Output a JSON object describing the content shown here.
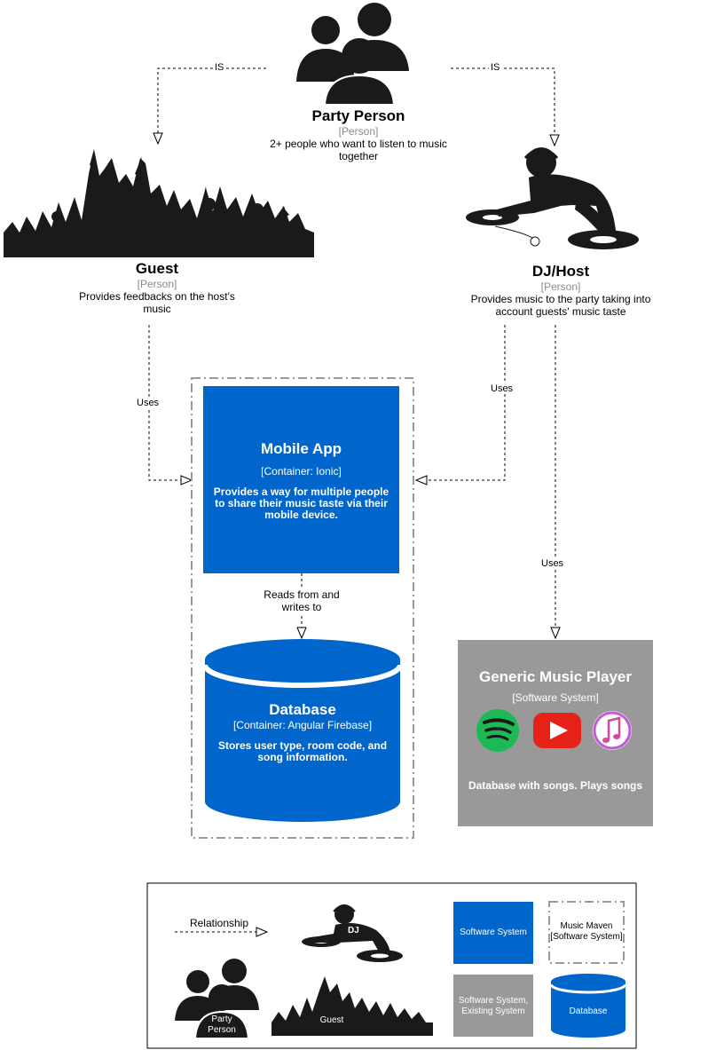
{
  "party_person": {
    "title": "Party Person",
    "type": "[Person]",
    "description": "2+ people who want to listen to music together"
  },
  "guest": {
    "title": "Guest",
    "type": "[Person]",
    "description": "Provides feedbacks on the host's music"
  },
  "dj_host": {
    "title": "DJ/Host",
    "type": "[Person]",
    "description": "Provides music to the party taking into account guests' music taste"
  },
  "edges": {
    "is_left": "IS",
    "is_right": "IS",
    "guest_uses": "Uses",
    "dj_uses_app": "Uses",
    "dj_uses_player": "Uses",
    "app_db": "Reads from and writes to"
  },
  "mobile_app": {
    "title": "Mobile App",
    "type": "[Container: Ionic]",
    "description": "Provides a way for multiple people to share their music taste via their mobile device."
  },
  "database": {
    "title": "Database",
    "type": "[Container: Angular Firebase]",
    "description": "Stores user type, room code, and song information."
  },
  "music_player": {
    "title": "Generic Music Player",
    "type": "[Software System]",
    "description": "Database with songs. Plays songs",
    "icons": [
      "spotify-icon",
      "youtube-icon",
      "itunes-icon"
    ]
  },
  "legend": {
    "relationship": "Relationship",
    "dj_label": "DJ",
    "software_system": "Software System",
    "music_maven_name": "Music Maven",
    "music_maven_type": "[Software System]",
    "party_person_line1": "Party",
    "party_person_line2": "Person",
    "guest_label": "Guest",
    "existing_system": "Software System, Existing System",
    "database": "Database"
  },
  "colors": {
    "blue": "#0066cc",
    "grey": "#999999",
    "dark": "#1a1a1a",
    "spotify": "#1db954",
    "youtube": "#e62117"
  }
}
